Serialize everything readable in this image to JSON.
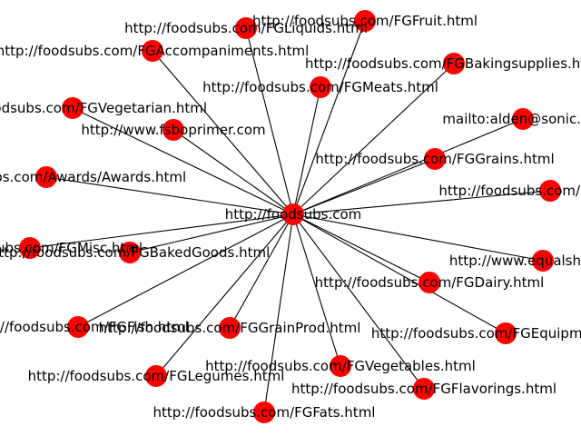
{
  "colors": {
    "node_fill": "#ff0000",
    "edge": "#000000",
    "label": "#000000",
    "background": "#ffffff"
  },
  "graph": {
    "hub": "hub",
    "nodes": [
      {
        "id": "hub",
        "label": "http://foodsubs.com"
      },
      {
        "id": "liquids",
        "label": "http://foodsubs.com/FGLiquids.html"
      },
      {
        "id": "fruit",
        "label": "http://foodsubs.com/FGFruit.html"
      },
      {
        "id": "accomp",
        "label": "http://foodsubs.com/FGAccompaniments.html"
      },
      {
        "id": "baking",
        "label": "http://foodsubs.com/FGBakingsupplies.html"
      },
      {
        "id": "meats",
        "label": "http://foodsubs.com/FGMeats.html"
      },
      {
        "id": "veg",
        "label": "http://foodsubs.com/FGVegetarian.html"
      },
      {
        "id": "mailto",
        "label": "mailto:alden@sonic.net"
      },
      {
        "id": "fsbo",
        "label": "http://www.fsboprimer.com"
      },
      {
        "id": "grains",
        "label": "http://foodsubs.com/FGGrains.html"
      },
      {
        "id": "awards",
        "label": "http://foodsubs.com/Awards/Awards.html"
      },
      {
        "id": "photo",
        "label": "http://foodsubs.com/Photos.html"
      },
      {
        "id": "misc",
        "label": "http://foodsubs.com/FGMisc.html"
      },
      {
        "id": "baked",
        "label": "http://foodsubs.com/FGBakedGoods.html"
      },
      {
        "id": "equalsh",
        "label": "http://www.equalshare.com"
      },
      {
        "id": "dairy",
        "label": "http://foodsubs.com/FGDairy.html"
      },
      {
        "id": "fish",
        "label": "http://foodsubs.com/FGFish.html"
      },
      {
        "id": "grainp",
        "label": "http://foodsubs.com/FGGrainProd.html"
      },
      {
        "id": "equip",
        "label": "http://foodsubs.com/FGEquipment.html"
      },
      {
        "id": "legumes",
        "label": "http://foodsubs.com/FGLegumes.html"
      },
      {
        "id": "veget",
        "label": "http://foodsubs.com/FGVegetables.html"
      },
      {
        "id": "flav",
        "label": "http://foodsubs.com/FGFlavorings.html"
      },
      {
        "id": "fats",
        "label": "http://foodsubs.com/FGFats.html"
      }
    ],
    "edges": [
      [
        "hub",
        "liquids"
      ],
      [
        "hub",
        "fruit"
      ],
      [
        "hub",
        "accomp"
      ],
      [
        "hub",
        "baking"
      ],
      [
        "hub",
        "meats"
      ],
      [
        "hub",
        "veg"
      ],
      [
        "hub",
        "mailto"
      ],
      [
        "hub",
        "fsbo"
      ],
      [
        "hub",
        "grains"
      ],
      [
        "hub",
        "awards"
      ],
      [
        "hub",
        "photo"
      ],
      [
        "hub",
        "misc"
      ],
      [
        "hub",
        "baked"
      ],
      [
        "hub",
        "equalsh"
      ],
      [
        "hub",
        "dairy"
      ],
      [
        "hub",
        "fish"
      ],
      [
        "hub",
        "grainp"
      ],
      [
        "hub",
        "equip"
      ],
      [
        "hub",
        "legumes"
      ],
      [
        "hub",
        "veget"
      ],
      [
        "hub",
        "flav"
      ],
      [
        "hub",
        "fats"
      ]
    ]
  }
}
